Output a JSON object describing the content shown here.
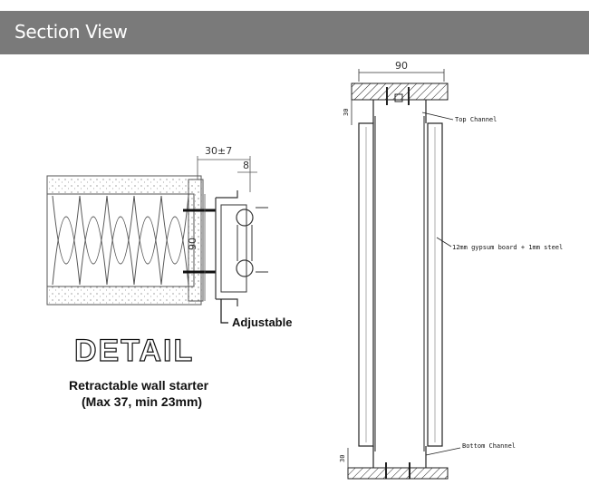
{
  "header": {
    "title": "Section View"
  },
  "detail": {
    "heading": "DETAIL",
    "caption_line1": "Retractable wall starter",
    "caption_line2": "(Max 37, min 23mm)",
    "dim_top": "30±7",
    "dim_small": "8",
    "dim_side": "90",
    "adjustable_label": "Adjustable"
  },
  "section": {
    "dim_width": "90",
    "dim_top_channel": "30",
    "dim_bottom_channel": "30",
    "top_channel_label": "Top Channel",
    "board_label": "12mm gypsum board + 1mm steel",
    "bottom_channel_label": "Bottom Channel"
  }
}
